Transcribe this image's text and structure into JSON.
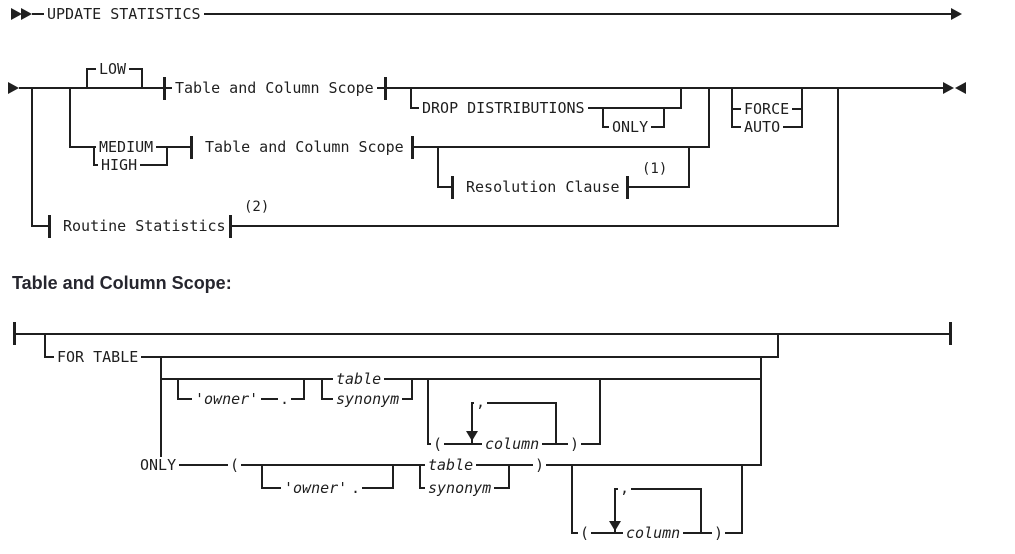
{
  "diagram": {
    "start_keyword": "UPDATE STATISTICS",
    "modes": {
      "low": "LOW",
      "medium": "MEDIUM",
      "high": "HIGH"
    },
    "fragment_refs": {
      "table_and_column_scope": "Table and Column Scope",
      "resolution_clause": "Resolution Clause",
      "routine_statistics": "Routine Statistics"
    },
    "options": {
      "drop_distributions": "DROP DISTRIBUTIONS",
      "only": "ONLY",
      "force": "FORCE",
      "auto": "AUTO"
    },
    "footnotes": {
      "f1": "(1)",
      "f2": "(2)"
    },
    "section_heading": "Table and Column Scope:",
    "scope_fragment": {
      "for_table": "FOR TABLE",
      "only": "ONLY",
      "owner": "'owner'",
      "dot": ".",
      "table": "table",
      "synonym": "synonym",
      "column": "column",
      "open_paren": "(",
      "close_paren": ")",
      "comma": ","
    },
    "colors": {
      "ink": "#1f1f1f",
      "background": "#ffffff"
    }
  }
}
